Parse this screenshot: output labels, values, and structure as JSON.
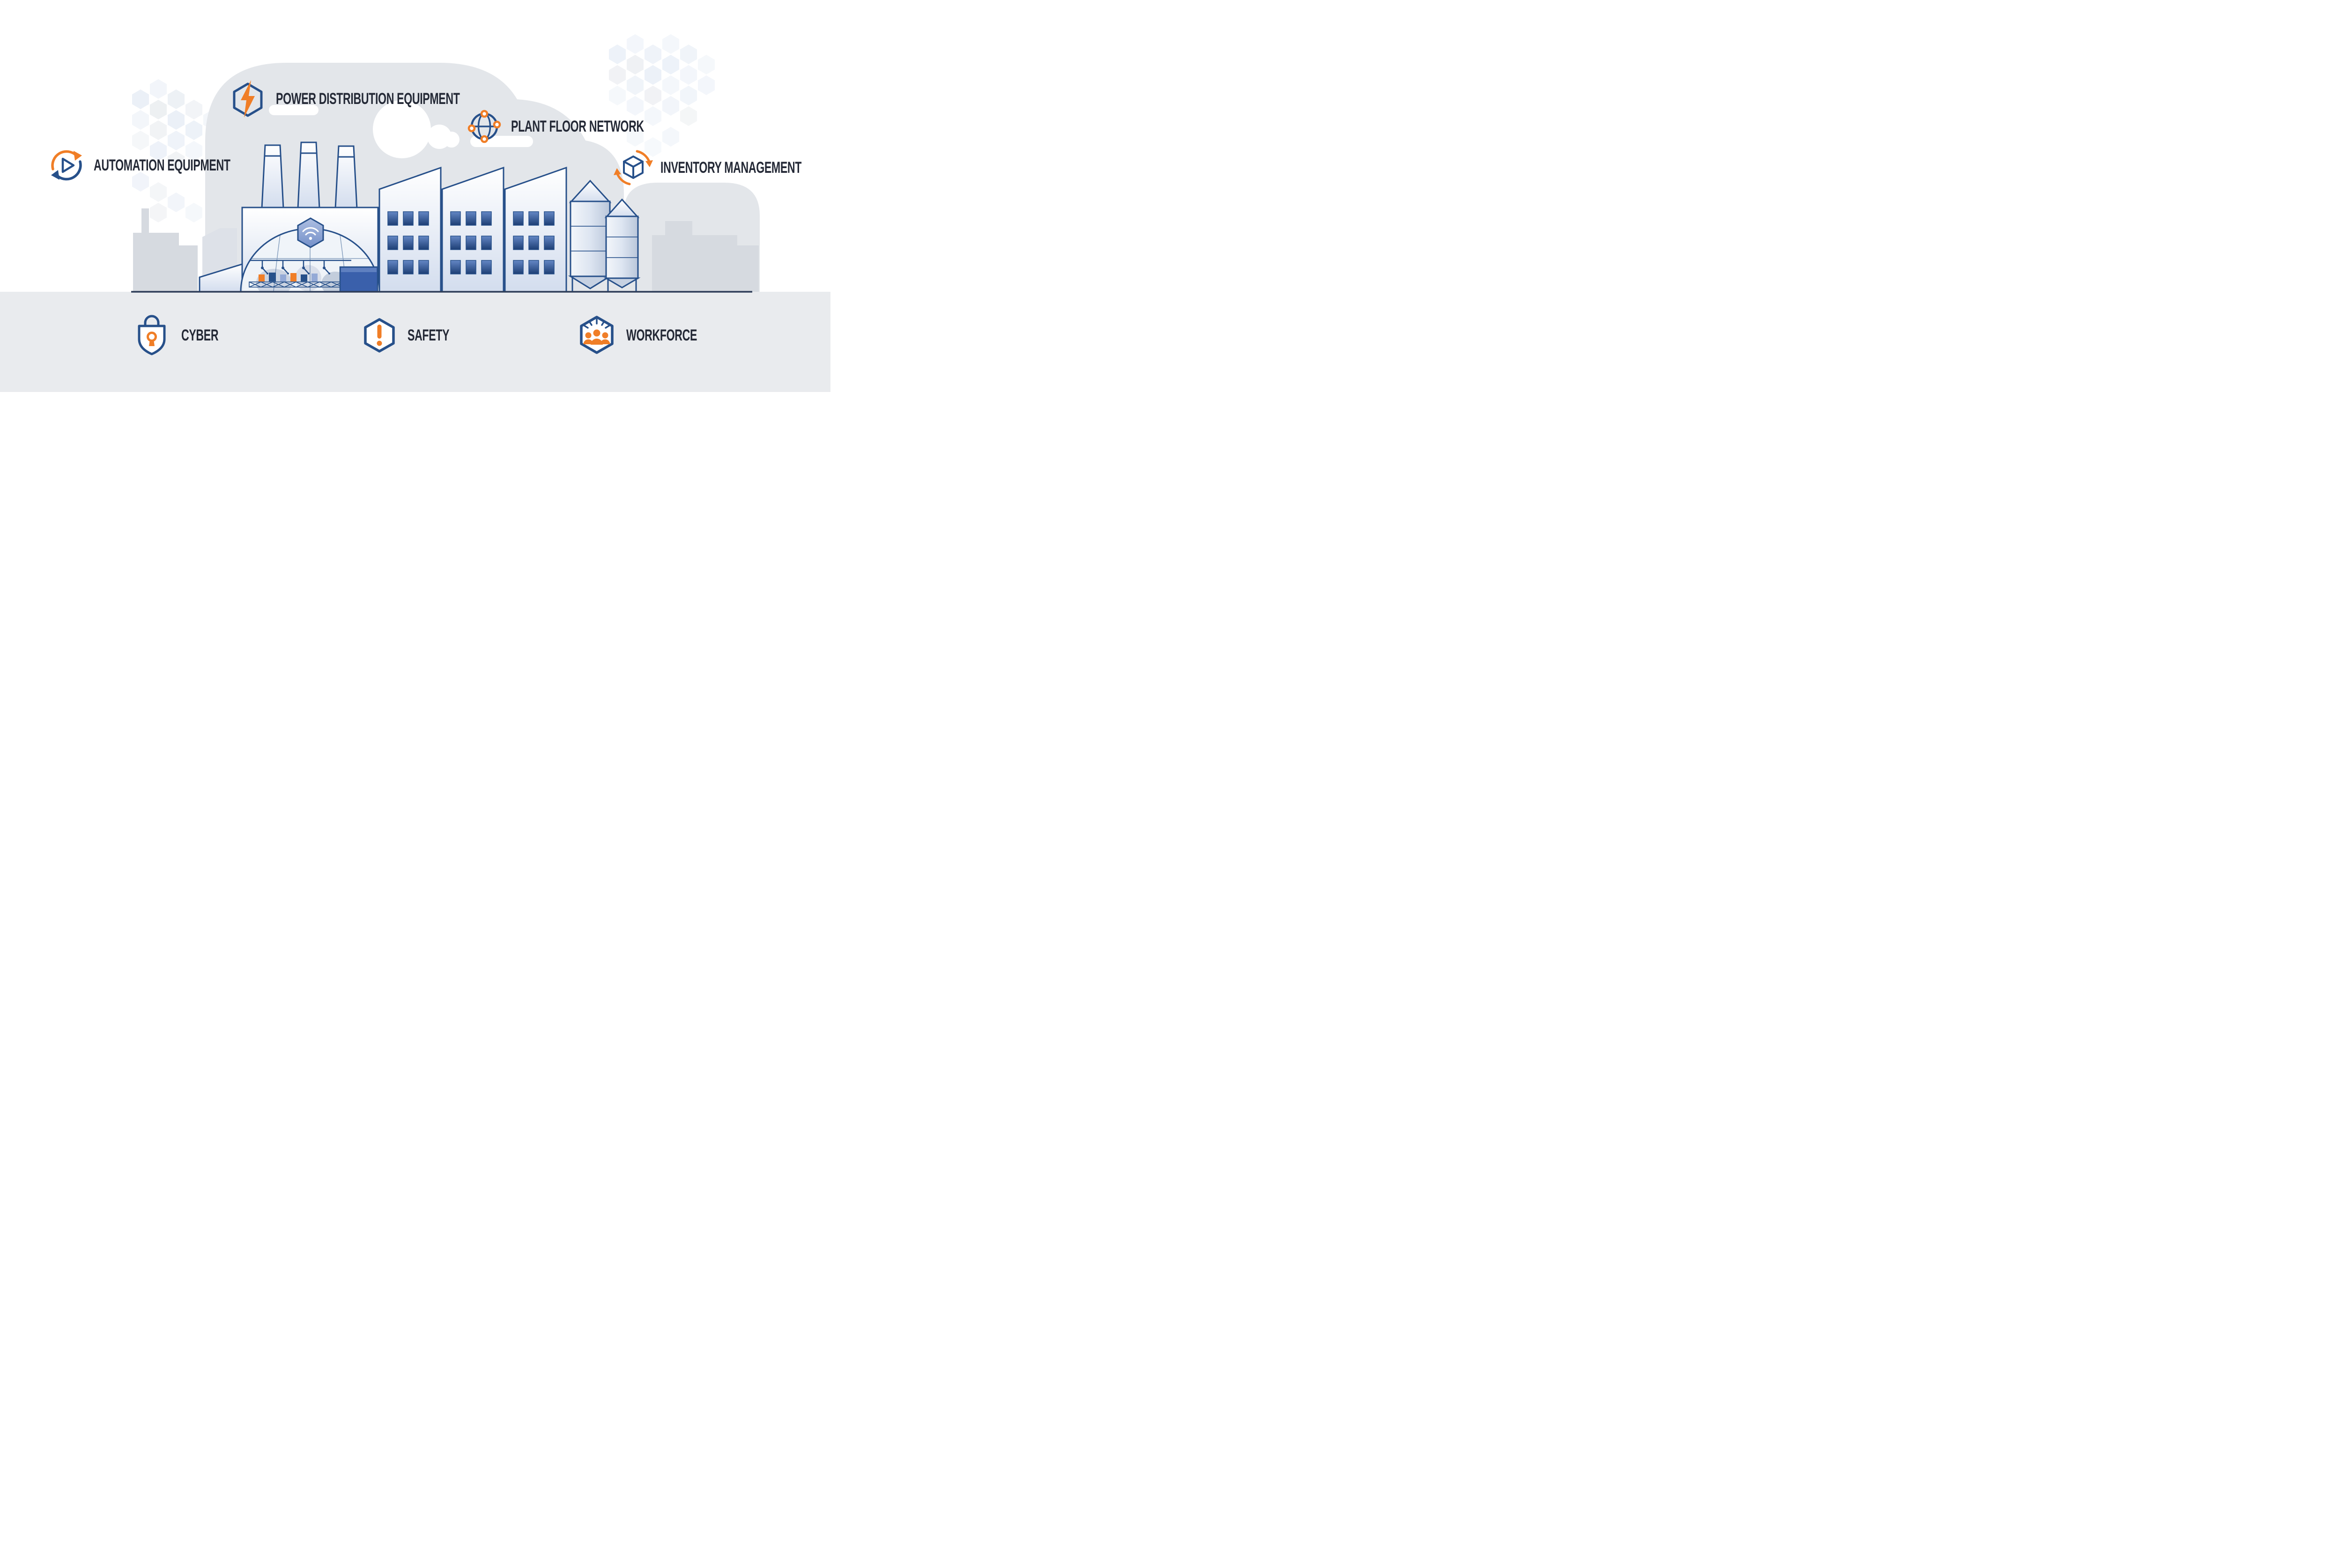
{
  "title": "Smart factory infographic",
  "palette": {
    "navy": "#27508a",
    "orange": "#f07e27",
    "ink": "#242936",
    "ground": "#e9ebee",
    "blob_gray": "#e3e6ea",
    "window_blue": "#1d3e74",
    "light_blue": "#e7edf6"
  },
  "callouts": [
    {
      "id": "automation",
      "label": "AUTOMATION EQUIPMENT",
      "icon": "automation-cycle-icon"
    },
    {
      "id": "power",
      "label": "POWER DISTRIBUTION EQUIPMENT",
      "icon": "power-lightning-hexagon-icon"
    },
    {
      "id": "network",
      "label": "PLANT FLOOR NETWORK",
      "icon": "plant-network-globe-icon"
    },
    {
      "id": "inventory",
      "label": "INVENTORY MANAGEMENT",
      "icon": "inventory-cube-cycle-icon"
    },
    {
      "id": "cyber",
      "label": "CYBER",
      "icon": "cyber-padlock-icon"
    },
    {
      "id": "safety",
      "label": "SAFETY",
      "icon": "safety-exclamation-hexagon-icon"
    },
    {
      "id": "workforce",
      "label": "WORKFORCE",
      "icon": "workforce-team-icon"
    }
  ]
}
